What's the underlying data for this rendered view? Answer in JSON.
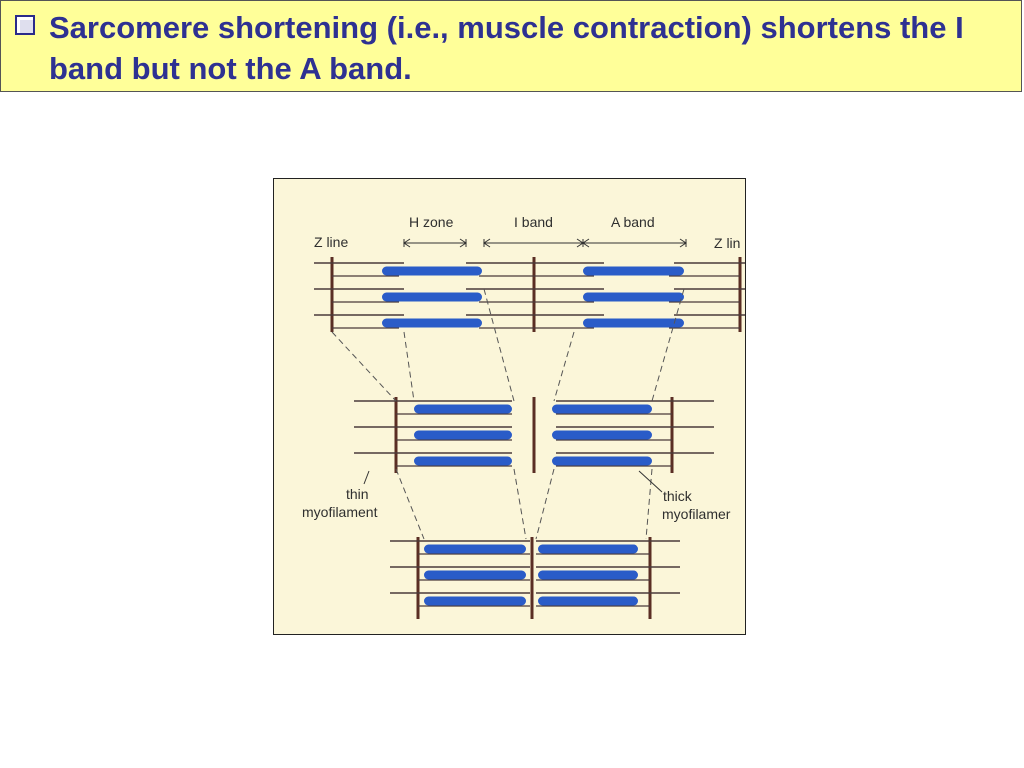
{
  "slide": {
    "heading": "Sarcomere shortening (i.e., muscle contraction) shortens the I band but not the A band."
  },
  "diagram": {
    "labels": {
      "z_line_left": "Z line",
      "h_zone": "H zone",
      "i_band": "I band",
      "a_band": "A band",
      "z_line_right": "Z lin",
      "thin_1": "thin",
      "thin_2": "myofilament",
      "thick_1": "thick",
      "thick_2": "myofilamer"
    },
    "colors": {
      "thick_filament": "#2a5cc8",
      "z_line": "#5a2e24",
      "thin_filament": "#4a3a3a",
      "background": "#fbf6d9"
    }
  }
}
